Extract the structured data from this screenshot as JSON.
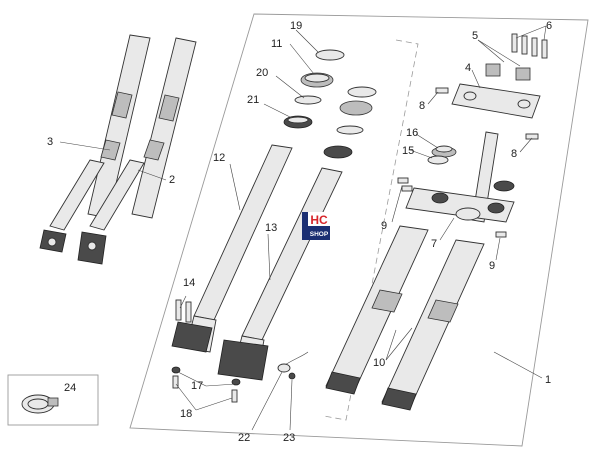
{
  "diagram": {
    "callouts": [
      "1",
      "2",
      "3",
      "4",
      "5",
      "6",
      "7",
      "8",
      "8",
      "9",
      "9",
      "10",
      "11",
      "12",
      "13",
      "14",
      "15",
      "16",
      "17",
      "18",
      "19",
      "20",
      "21",
      "22",
      "23",
      "24"
    ]
  },
  "logo": {
    "line1": "HC",
    "line2": "SHOP",
    "color_primary": "#d7262b",
    "color_secondary": "#1b2f73"
  },
  "colors": {
    "line": "#333333",
    "frame": "#9a9a9a",
    "fill_light": "#e9e9e9",
    "fill_dark": "#4a4a4a"
  }
}
